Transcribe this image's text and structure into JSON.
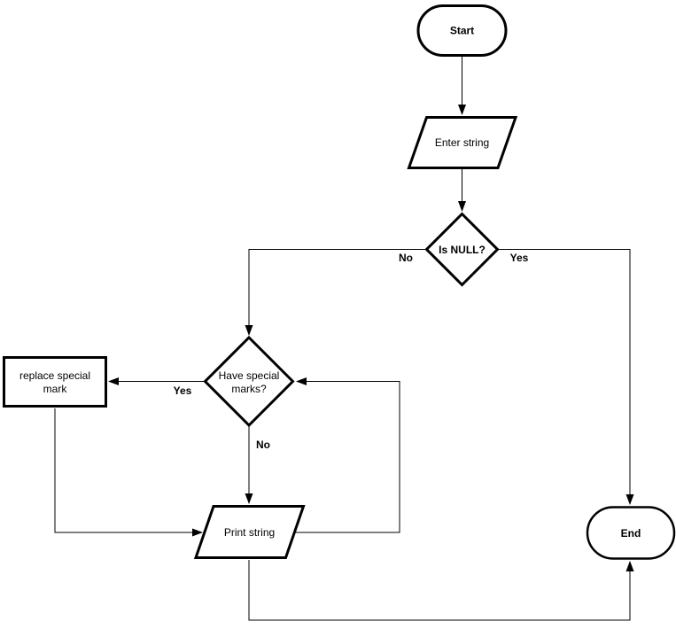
{
  "diagram": {
    "title": "string-processing-flowchart",
    "background_color": "#ffffff",
    "stroke_color": "#000000",
    "nodes": {
      "start": {
        "type": "terminator",
        "label": "Start"
      },
      "enter_string": {
        "type": "input-output",
        "label": "Enter string"
      },
      "is_null": {
        "type": "decision",
        "label": "Is NULL?"
      },
      "have_special_marks": {
        "type": "decision",
        "label_line1": "Have special",
        "label_line2": "marks?"
      },
      "replace_special_mark": {
        "type": "process",
        "label_line1": "replace special",
        "label_line2": "mark"
      },
      "print_string": {
        "type": "input-output",
        "label": "Print string"
      },
      "end": {
        "type": "terminator",
        "label": "End"
      }
    },
    "edge_labels": {
      "is_null_no": "No",
      "is_null_yes": "Yes",
      "have_marks_yes": "Yes",
      "have_marks_no": "No"
    }
  }
}
